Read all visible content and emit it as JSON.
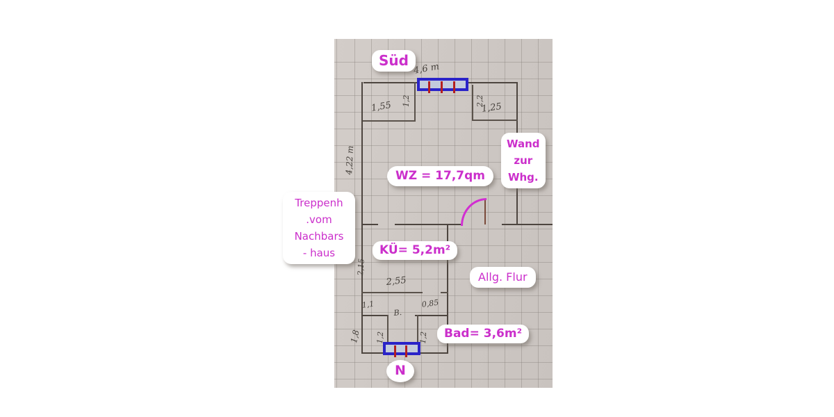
{
  "compass": {
    "south": "Süd",
    "north": "N"
  },
  "rooms": {
    "living": "WZ = 17,7qm",
    "kitchen": "KÜ= 5,2m²",
    "bath": "Bad= 3,6m²",
    "hallway": "Allg. Flur"
  },
  "notes": {
    "wall_to_flat": [
      "Wand",
      "zur",
      "Whg."
    ],
    "stairwell": [
      "Treppenh",
      ".vom",
      "Nachbars",
      "- haus"
    ]
  },
  "dimensions": {
    "top_width": "4,6 m",
    "recess_left_width": "1,55",
    "recess_left_depth": "1,2",
    "recess_right_depth": "2,2",
    "recess_right_width": "1,25",
    "living_height": "4,22 m",
    "kitchen_depth": "2,15",
    "kitchen_width": "2,55",
    "bath_wall_left": "1,1",
    "bath_door": "B.",
    "bath_wall_right": "0,85",
    "lower_left_height": "1,8",
    "bay_left_depth": "1,2",
    "bay_right_depth": "1,2"
  },
  "colors": {
    "label_magenta": "#cb2fcb",
    "door_swing_magenta": "#d12ed1",
    "window_blue": "#2a23c8",
    "window_tick_red": "#b51f1f",
    "pencil": "#45403b",
    "paper": "#cec8c4"
  }
}
